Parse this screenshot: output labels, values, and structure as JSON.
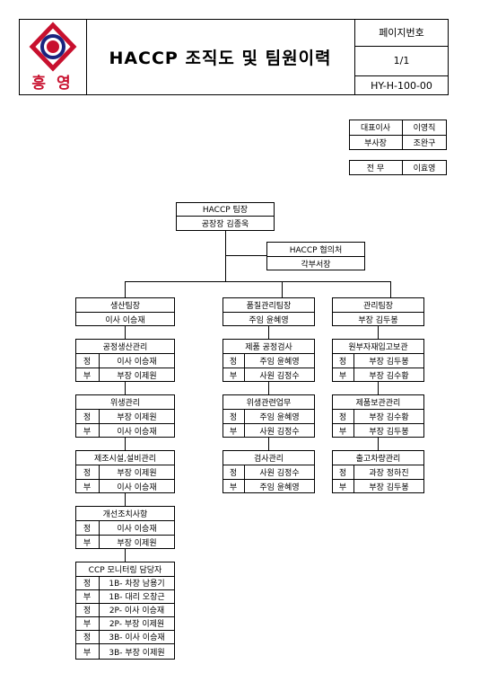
{
  "header": {
    "company": "흥 영",
    "title": "HACCP 조직도 및 팀원이력",
    "page_label": "페이지번호",
    "page_value": "1/1",
    "doc_code": "HY-H-100-00"
  },
  "executives": {
    "ceo_title": "대표이사",
    "ceo_name": "이영직",
    "vp_title": "부사장",
    "vp_name": "조완구",
    "director_title": "전  무",
    "director_name": "이효영"
  },
  "leader": {
    "title": "HACCP 팀장",
    "person": "공장장 김종욱"
  },
  "council": {
    "title": "HACCP 협의처",
    "person": "각부서장"
  },
  "columns": [
    {
      "head": {
        "title": "생산팀장",
        "person": "이사 이승재"
      },
      "groups": [
        {
          "title": "공정생산관리",
          "rows": [
            [
              "정",
              "이사 이승재"
            ],
            [
              "부",
              "부장 이제원"
            ]
          ]
        },
        {
          "title": "위생관리",
          "rows": [
            [
              "정",
              "부장 이제원"
            ],
            [
              "부",
              "이사 이승재"
            ]
          ]
        },
        {
          "title": "제조시설,설비관리",
          "rows": [
            [
              "정",
              "부장 이제원"
            ],
            [
              "부",
              "이사 이승재"
            ]
          ]
        },
        {
          "title": "개선조치사항",
          "rows": [
            [
              "정",
              "이사 이승재"
            ],
            [
              "부",
              "부장 이제원"
            ]
          ]
        },
        {
          "title": "CCP 모니터링 담당자",
          "rows": [
            [
              "정",
              "1B- 차장 남용기"
            ],
            [
              "부",
              "1B- 대리 오창근"
            ],
            [
              "정",
              "2P- 이사 이승재"
            ],
            [
              "부",
              "2P- 부장 이제원"
            ],
            [
              "정",
              "3B- 이사 이승재"
            ],
            [
              "부",
              "3B- 부장 이제원"
            ]
          ]
        }
      ]
    },
    {
      "head": {
        "title": "품질관리팀장",
        "person": "주임 윤혜영"
      },
      "groups": [
        {
          "title": "제품 공정검사",
          "rows": [
            [
              "정",
              "주임 윤혜영"
            ],
            [
              "부",
              "사원 김정수"
            ]
          ]
        },
        {
          "title": "위생관련업무",
          "rows": [
            [
              "정",
              "주임 윤혜영"
            ],
            [
              "부",
              "사원 김정수"
            ]
          ]
        },
        {
          "title": "검사관리",
          "rows": [
            [
              "정",
              "사원 김정수"
            ],
            [
              "부",
              "주임 윤혜영"
            ]
          ]
        }
      ]
    },
    {
      "head": {
        "title": "관리팀장",
        "person": "부장 김두봉"
      },
      "groups": [
        {
          "title": "원부자재입고보관",
          "rows": [
            [
              "정",
              "부장 김두봉"
            ],
            [
              "부",
              "부장 김수황"
            ]
          ]
        },
        {
          "title": "제품보관관리",
          "rows": [
            [
              "정",
              "부장 김수황"
            ],
            [
              "부",
              "부장 김두봉"
            ]
          ]
        },
        {
          "title": "출고차량관리",
          "rows": [
            [
              "정",
              "과장 정하진"
            ],
            [
              "부",
              "부장 김두봉"
            ]
          ]
        }
      ]
    }
  ]
}
